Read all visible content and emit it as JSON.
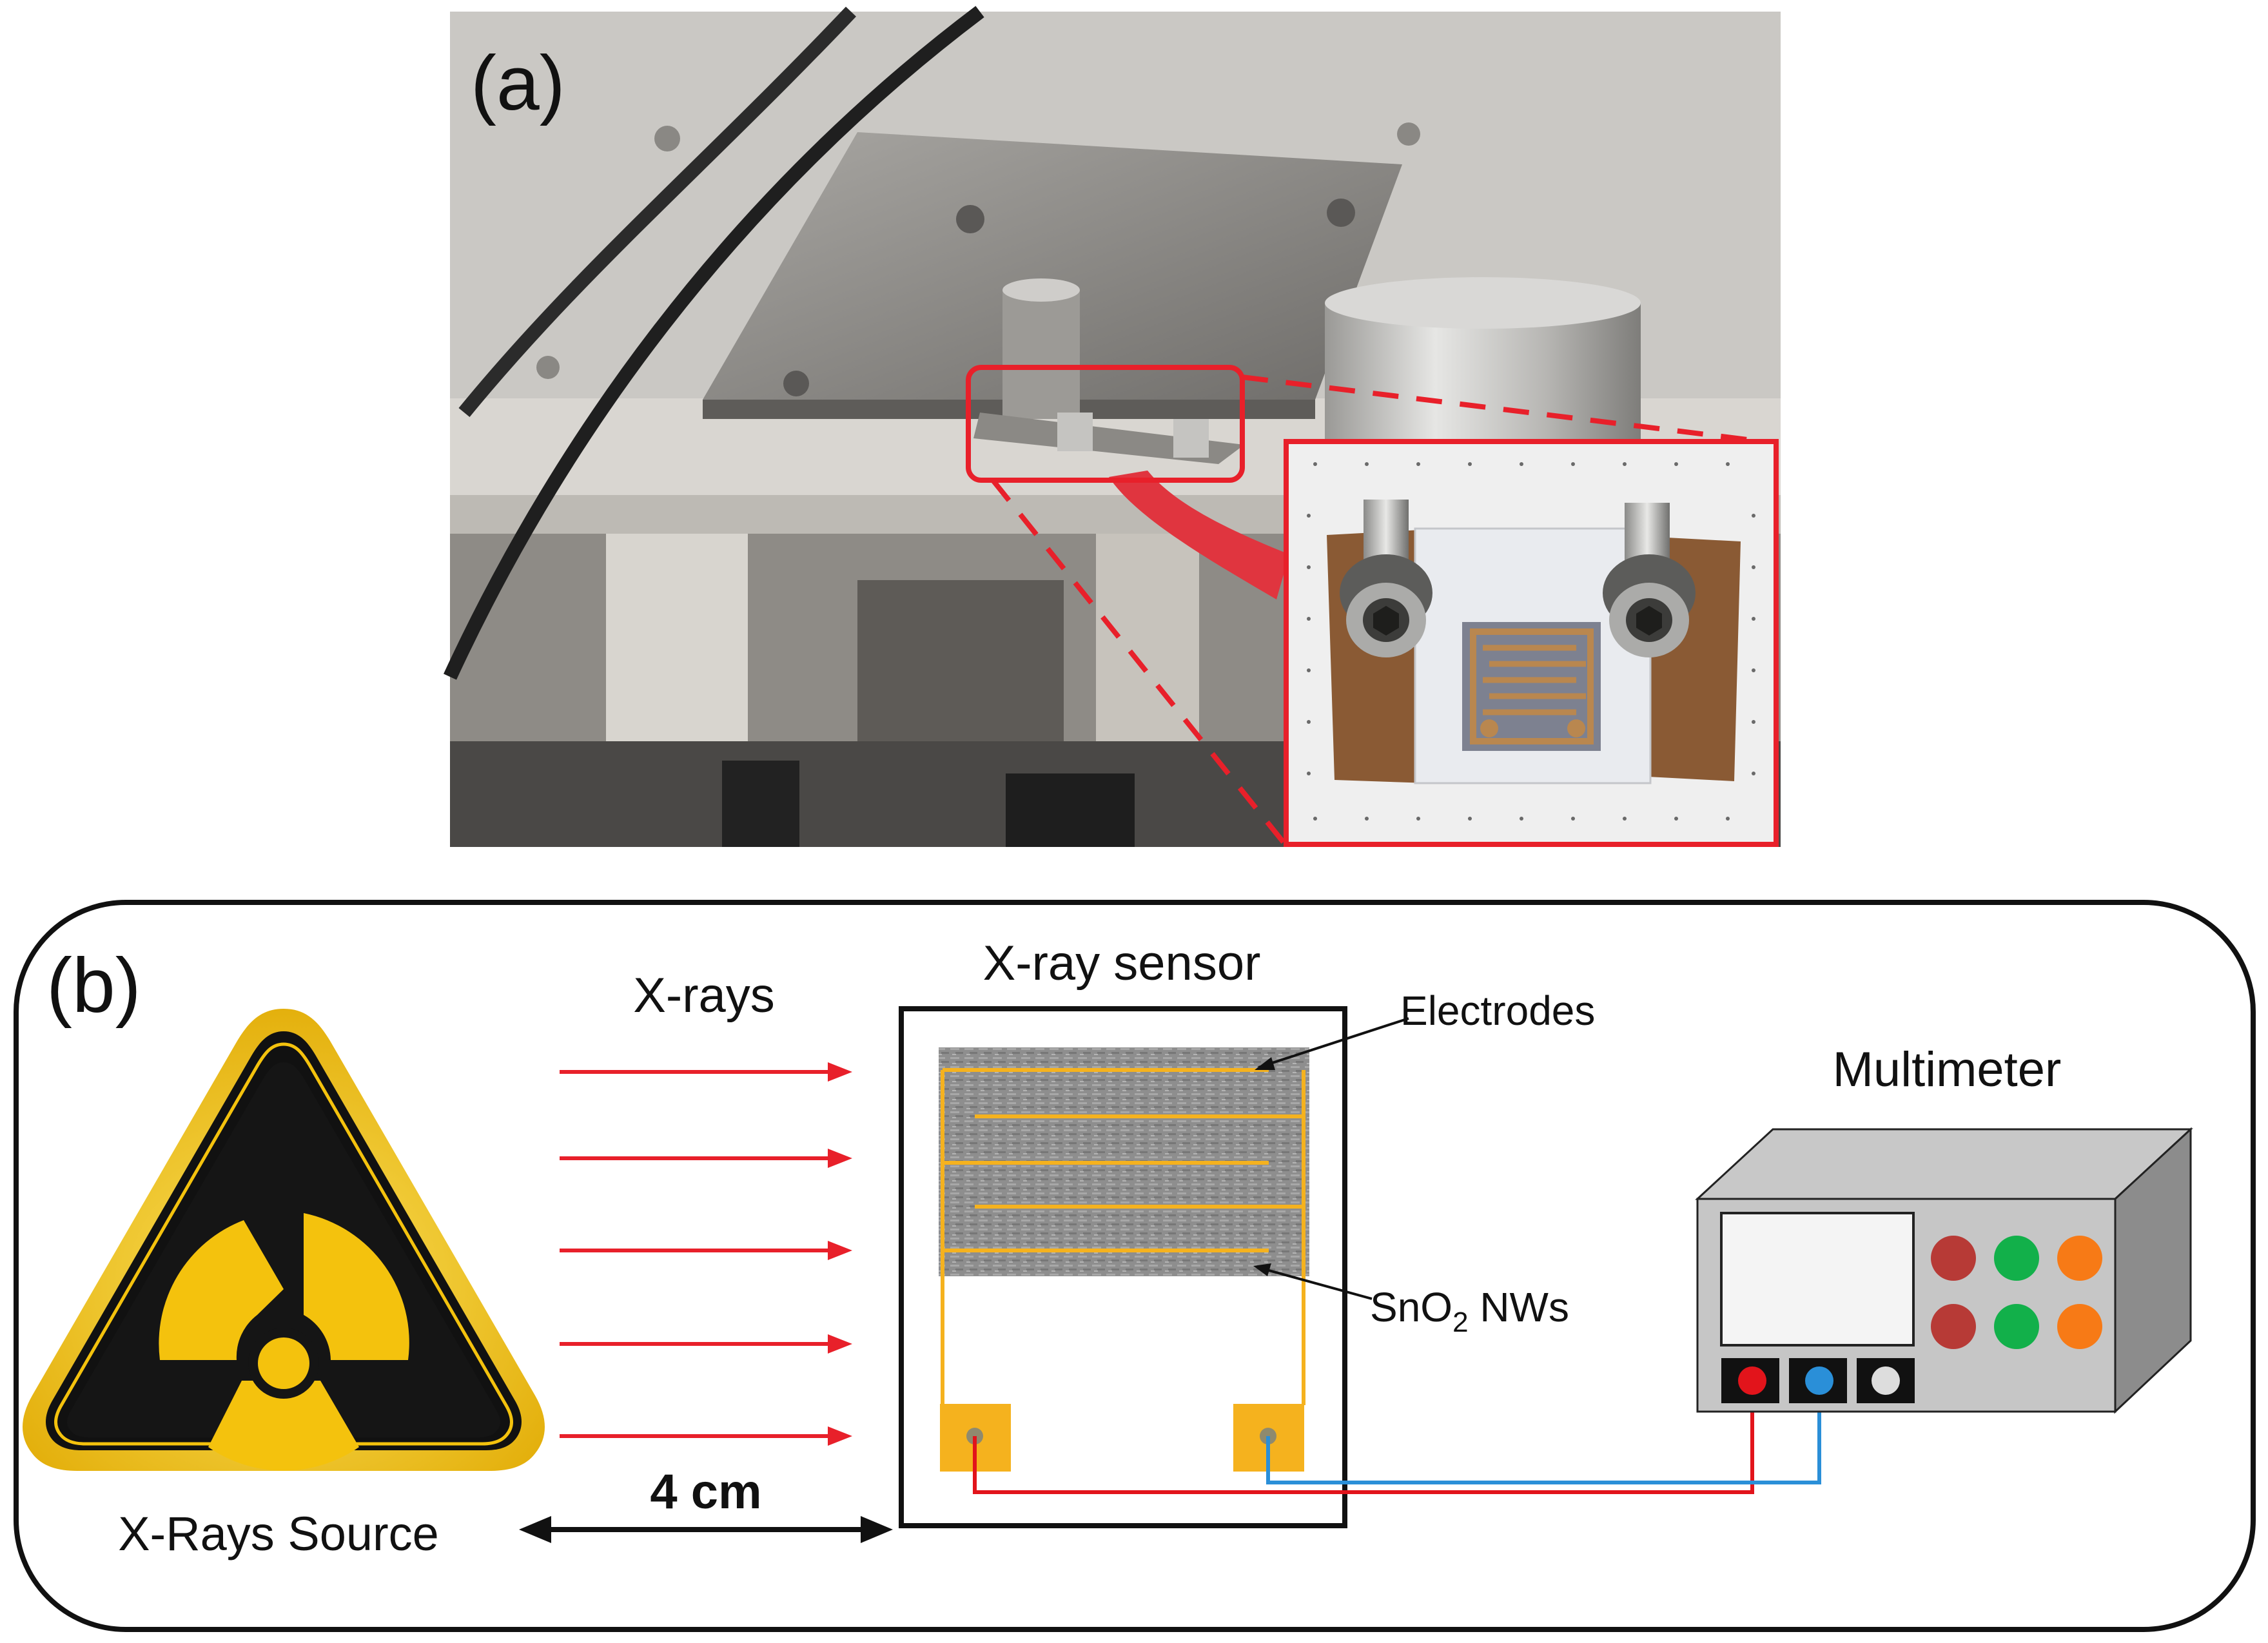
{
  "panel_a": {
    "label": "(a)"
  },
  "panel_b": {
    "label": "(b)",
    "xrays_label": "X-rays",
    "sensor_title": "X-ray sensor",
    "electrodes_label": "Electrodes",
    "nws_label_prefix": "SnO",
    "nws_label_sub": "2",
    "nws_label_suffix": " NWs",
    "multimeter_label": "Multimeter",
    "distance_label": "4 cm",
    "source_label": "X-Rays Source"
  },
  "colors": {
    "highlight_red": "#e8202a",
    "electrode_gold": "#f5b21e",
    "wire_red": "#e2141b",
    "wire_blue": "#2a8fd8",
    "hazard_yellow": "#f4c20d",
    "button_red": "#b73a36",
    "button_green": "#12b04a",
    "button_orange": "#f77a16"
  },
  "icons": [
    "radiation-hazard-icon",
    "multimeter-icon",
    "double-arrow-icon"
  ]
}
